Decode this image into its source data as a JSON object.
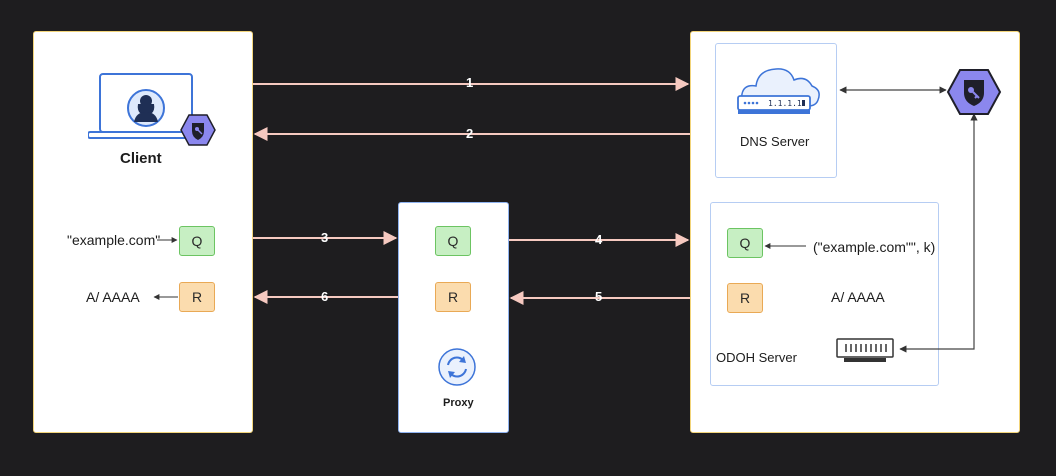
{
  "client": {
    "label": "Client",
    "query_text": "\"example.com\"",
    "result_text": "A/ AAAA",
    "q_label": "Q",
    "r_label": "R"
  },
  "proxy": {
    "label": "Proxy",
    "q_label": "Q",
    "r_label": "R"
  },
  "dns_server": {
    "label": "DNS Server",
    "ip": "1.1.1.1"
  },
  "odoh_server": {
    "label": "ODOH Server",
    "query_text": "(\"example.com\"\", k)",
    "result_text": "A/ AAAA",
    "q_label": "Q",
    "r_label": "R"
  },
  "arrows": [
    {
      "label": "1"
    },
    {
      "label": "2"
    },
    {
      "label": "3"
    },
    {
      "label": "4"
    },
    {
      "label": "5"
    },
    {
      "label": "6"
    }
  ],
  "colors": {
    "arrow": "#f6c9c0",
    "client_border": "#f2d479",
    "proxy_border": "#8fb3f0",
    "shield": "#8b87ee",
    "q_fill": "#c7efc3",
    "r_fill": "#fbdcae"
  },
  "icons": {
    "client": "laptop-user-icon",
    "client_badge": "shield-key-icon",
    "dns": "cloud-server-icon",
    "key_hex": "hexagon-key-icon",
    "proxy": "sync-icon",
    "odoh": "server-rack-icon"
  }
}
